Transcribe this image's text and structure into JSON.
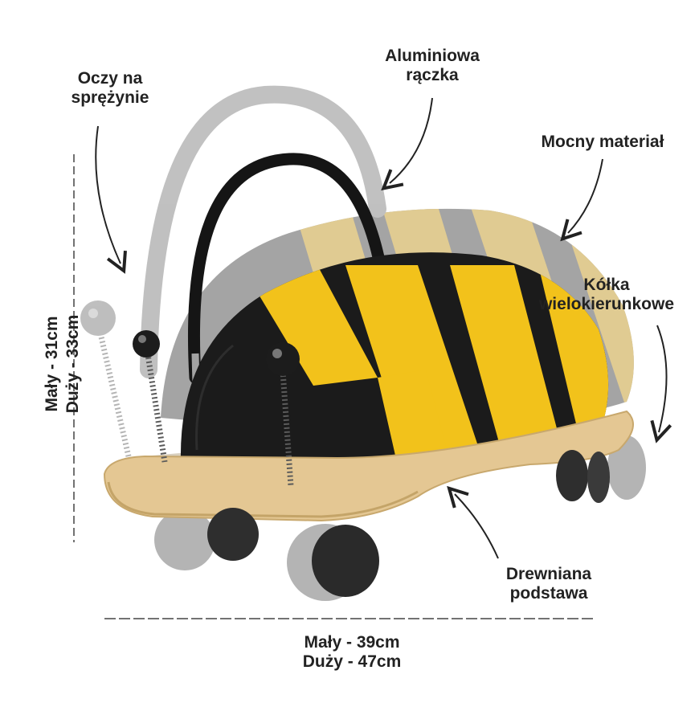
{
  "callouts": {
    "eyes": [
      "Oczy na",
      "sprężynie"
    ],
    "handle": [
      "Aluminiowa",
      "rączka"
    ],
    "material": [
      "Mocny materiał"
    ],
    "wheels": [
      "Kółka",
      "wielokierunkowe"
    ],
    "base": [
      "Drewniana",
      "podstawa"
    ]
  },
  "dimensions": {
    "width": [
      "Mały - 39cm",
      "Duży - 47cm"
    ],
    "height": [
      "Mały - 31cm",
      "Duży - 33cm"
    ]
  },
  "colors": {
    "yellow": "#f2c21b",
    "black": "#1b1b1b",
    "wood": "#e4c793",
    "handle_front": "#151515",
    "handle_back": "#8e8e8e"
  }
}
